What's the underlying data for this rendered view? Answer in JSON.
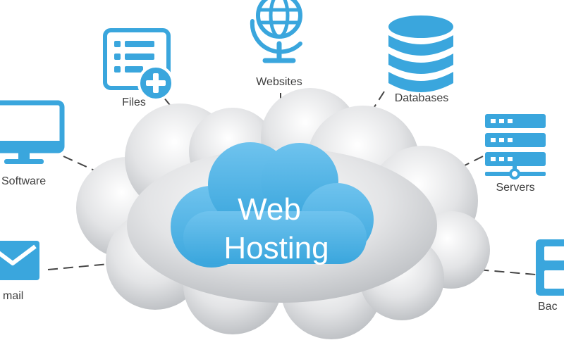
{
  "center": {
    "line1": "Web",
    "line2": "Hosting"
  },
  "nodes": {
    "websites": "Websites",
    "files": "Files",
    "databases": "Databases",
    "software": "Software",
    "servers": "Servers",
    "email": "mail",
    "backup": "Bac"
  },
  "colors": {
    "accent": "#3aa6dd",
    "cloud_gray": "#d2d4d7",
    "line": "#444444"
  }
}
